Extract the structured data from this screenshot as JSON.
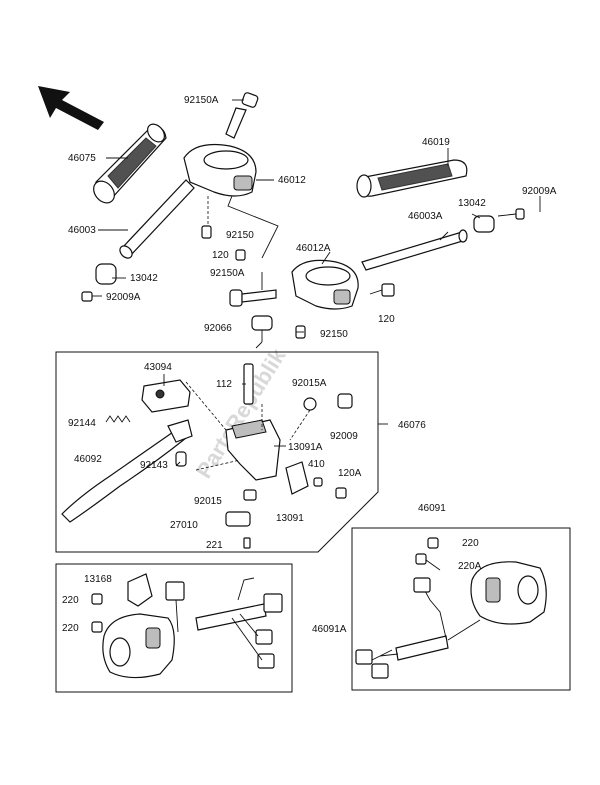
{
  "watermark": "PartsRepublik",
  "parts": {
    "p92150A_top": "92150A",
    "p46075": "46075",
    "p46012": "46012",
    "p46019": "46019",
    "p92009A_right": "92009A",
    "p46003": "46003",
    "p92150_a": "92150",
    "p13042_right": "13042",
    "p46003A": "46003A",
    "p120_a": "120",
    "p46012A": "46012A",
    "p13042_left": "13042",
    "p92150A_mid": "92150A",
    "p92009A_left": "92009A",
    "p120_b": "120",
    "p92066": "92066",
    "p92150_b": "92150",
    "p43094": "43094",
    "p112": "112",
    "p92015A": "92015A",
    "p92144": "92144",
    "p46076": "46076",
    "p13091A": "13091A",
    "p92009": "92009",
    "p46092": "46092",
    "p92143": "92143",
    "p410": "410",
    "p120A": "120A",
    "p92015": "92015",
    "p13091": "13091",
    "p27010": "27010",
    "p221": "221",
    "p46091": "46091",
    "p220_r": "220",
    "p220A": "220A",
    "p13168": "13168",
    "p220_l1": "220",
    "p220_l2": "220",
    "p46091A": "46091A"
  }
}
